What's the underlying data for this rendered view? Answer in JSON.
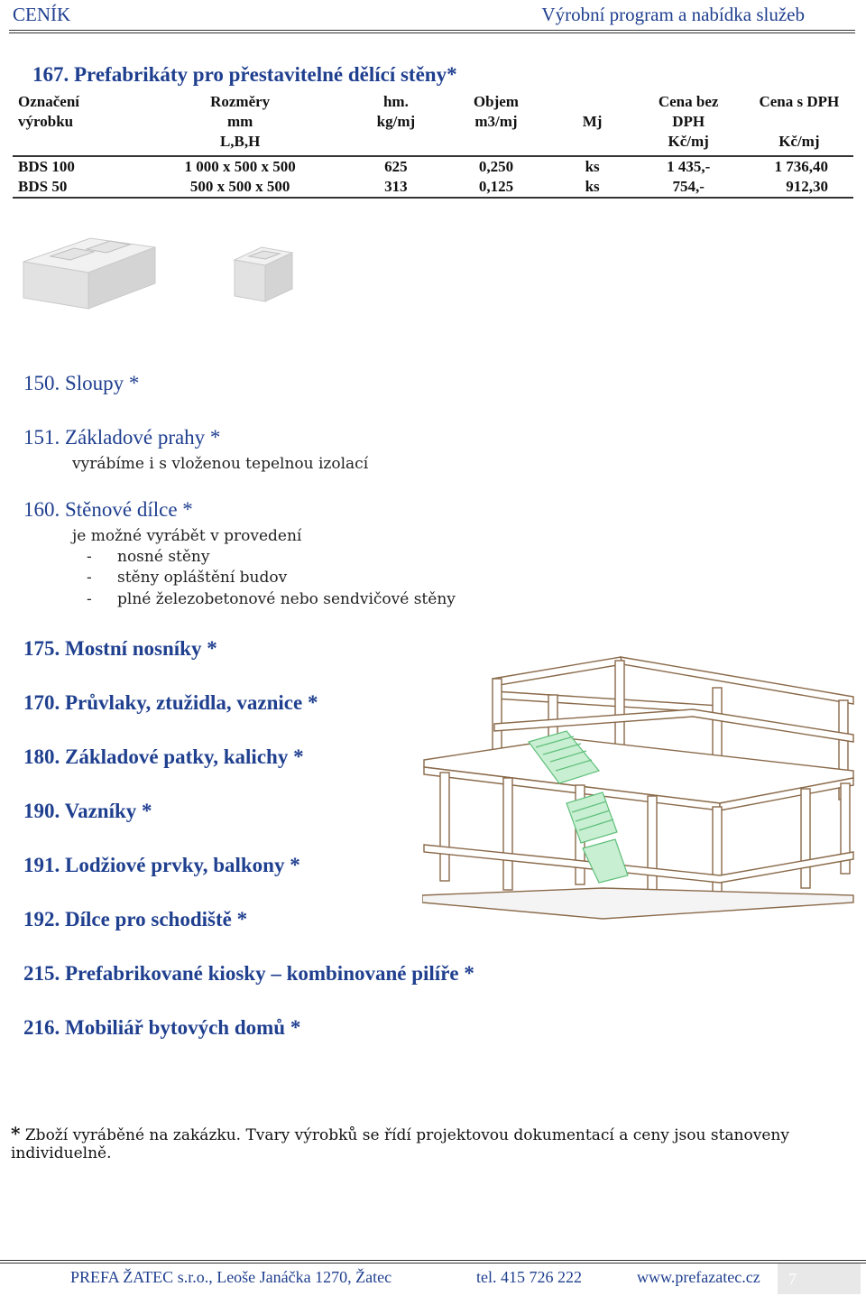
{
  "header": {
    "left": "CENÍK",
    "right": "Výrobní program a nabídka služeb"
  },
  "section167": {
    "title": "167.  Prefabrikáty pro přestavitelné dělící stěny*",
    "table": {
      "headers": {
        "name": [
          "Označení",
          "výrobku",
          ""
        ],
        "dim": [
          "Rozměry",
          "mm",
          "L,B,H"
        ],
        "hm": [
          "hm.",
          "kg/mj",
          ""
        ],
        "obj": [
          "Objem",
          "m3/mj",
          ""
        ],
        "mj": [
          "",
          "Mj",
          ""
        ],
        "cbez": [
          "Cena bez",
          "DPH",
          "Kč/mj"
        ],
        "cs": [
          "Cena s DPH",
          "",
          "Kč/mj"
        ]
      },
      "rows": [
        {
          "name": "BDS 100",
          "dim": "1 000 x 500 x 500",
          "hm": "625",
          "obj": "0,250",
          "mj": "ks",
          "cbez": "1 435,-",
          "cs": "1 736,40"
        },
        {
          "name": "BDS 50",
          "dim": "500 x 500 x 500",
          "hm": "313",
          "obj": "0,125",
          "mj": "ks",
          "cbez": "754,-",
          "cs": "912,30"
        }
      ]
    }
  },
  "sections": {
    "s150": "150. Sloupy *",
    "s151": "151. Základové prahy *",
    "s151_note": "vyrábíme i s vloženou tepelnou izolací",
    "s160": "160. Stěnové dílce  *",
    "s160_note": "je možné vyrábět v provedení",
    "s160_bullets": [
      "nosné stěny",
      "stěny opláštění budov",
      "plné železobetonové nebo sendvičové stěny"
    ],
    "s175": "175.  Mostní nosníky *",
    "s170": "170.  Průvlaky, ztužidla, vaznice   *",
    "s180": "180.  Základové patky, kalichy  *",
    "s190": "190.  Vazníky  *",
    "s191": "191.  Lodžiové prvky, balkony  *",
    "s192": "192.  Dílce pro schodiště       *",
    "s215": "215.  Prefabrikované kiosky – kombinované pilíře *",
    "s216": "216.  Mobiliář bytových domů *"
  },
  "footnote": {
    "star": "*",
    "text": " Zboží vyráběné na zakázku. Tvary výrobků se řídí projektovou dokumentací a ceny jsou stanoveny individuelně."
  },
  "footer": {
    "company": "PREFA ŽATEC s.r.o.,  Leoše Janáčka 1270,  Žatec",
    "tel": "tel. 415 726 222",
    "web": "www.prefazatec.cz",
    "page": "7"
  },
  "colors": {
    "accent": "#1f3f8f",
    "stair_green": "#5fbf7a",
    "structure_line": "#8a6a4a"
  }
}
